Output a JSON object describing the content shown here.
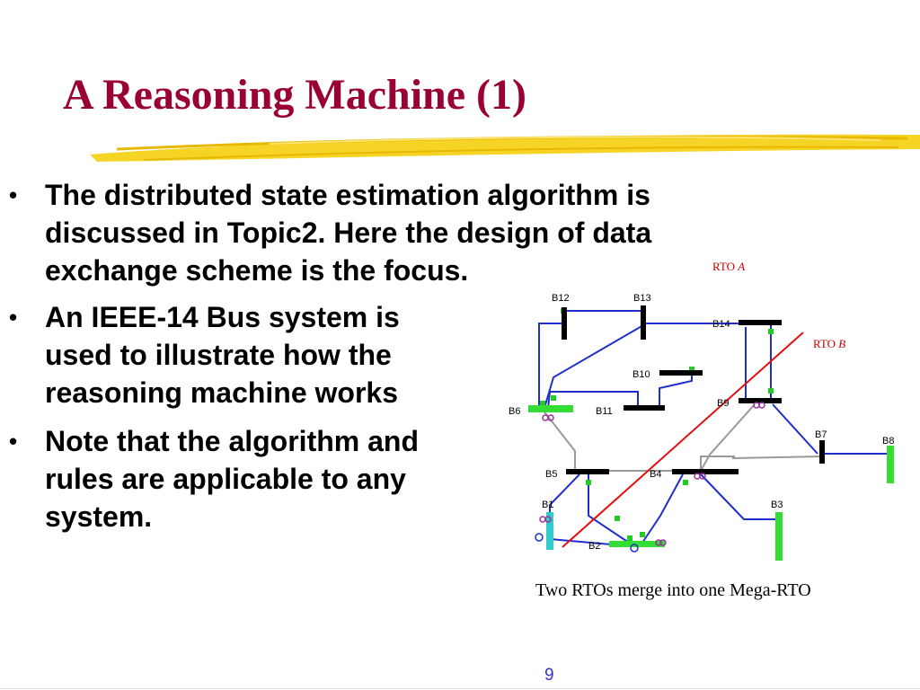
{
  "slide": {
    "title": "A Reasoning Machine (1)",
    "page_number": "9"
  },
  "bullets": [
    "The distributed state estimation algorithm is\ndiscussed in Topic2. Here the design of data\nexchange scheme is the focus.",
    "An IEEE-14 Bus system is\nused to illustrate how the\nreasoning machine works",
    "Note that the algorithm and\nrules are applicable to any\nsystem."
  ],
  "bullet_glyph": "•",
  "diagram": {
    "buses": [
      "B12",
      "B13",
      "B14",
      "B10",
      "B9",
      "B6",
      "B11",
      "B7",
      "B8",
      "B5",
      "B4",
      "B1",
      "B3",
      "B2"
    ],
    "rto_a": {
      "prefix": "RTO",
      "name": "A"
    },
    "rto_b": {
      "prefix": "RTO",
      "name": "B"
    },
    "caption": "Two RTOs merge into one Mega-RTO"
  },
  "colors": {
    "title": "#990033",
    "highlighter": "#f5d21a",
    "line": "#1f2fcc",
    "rto_boundary": "#e01010",
    "page_number": "#3333cc"
  }
}
